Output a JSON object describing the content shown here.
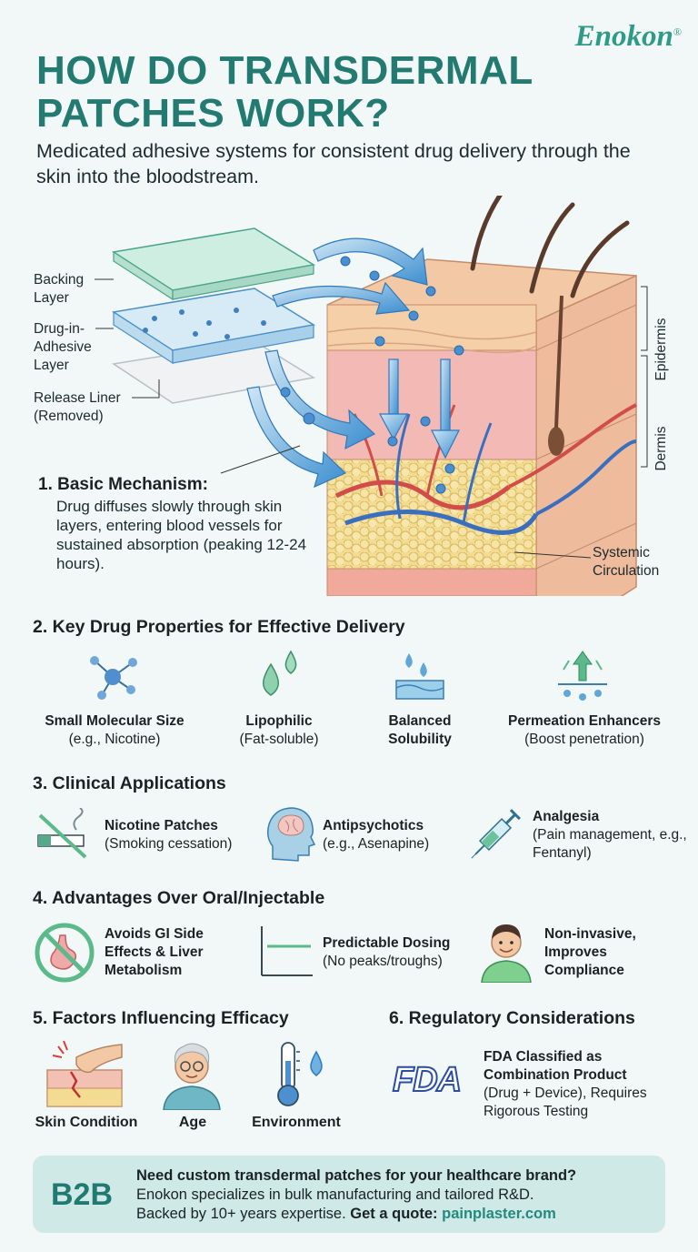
{
  "brand": {
    "name": "Enokon",
    "mark": "®",
    "color": "#2f9a86"
  },
  "header": {
    "title": "HOW DO TRANSDERMAL PATCHES WORK?",
    "subtitle": "Medicated adhesive systems for consistent drug delivery through the skin into the bloodstream."
  },
  "diagram": {
    "labels": {
      "backing": "Backing Layer",
      "drug_adhesive": "Drug-in-Adhesive Layer",
      "release_liner": "Release Liner (Removed)",
      "epidermis": "Epidermis",
      "dermis": "Dermis",
      "systemic": "Systemic Circulation"
    },
    "mechanism": {
      "heading": "1. Basic Mechanism:",
      "text": "Drug diffuses slowly through skin layers, entering blood vessels for sustained absorption (peaking 12-24 hours)."
    }
  },
  "properties": {
    "heading": "2. Key Drug Properties for Effective Delivery",
    "items": [
      {
        "bold": "Small Molecular Size",
        "note": "(e.g., Nicotine)",
        "icon": "molecule-icon"
      },
      {
        "bold": "Lipophilic",
        "note": "(Fat-soluble)",
        "icon": "droplets-icon"
      },
      {
        "bold": "Balanced Solubility",
        "note": "",
        "icon": "solubility-icon"
      },
      {
        "bold": "Permeation Enhancers",
        "note": "(Boost penetration)",
        "icon": "enhancer-icon"
      }
    ]
  },
  "applications": {
    "heading": "3. Clinical Applications",
    "items": [
      {
        "bold": "Nicotine Patches",
        "note": "(Smoking cessation)",
        "icon": "no-smoking-icon"
      },
      {
        "bold": "Antipsychotics",
        "note": "(e.g., Asenapine)",
        "icon": "head-brain-icon"
      },
      {
        "bold": "Analgesia",
        "note": "(Pain management, e.g., Fentanyl)",
        "icon": "syringe-icon"
      }
    ]
  },
  "advantages": {
    "heading": "4. Advantages Over Oral/Injectable",
    "items": [
      {
        "bold": "Avoids GI Side Effects & Liver Metabolism",
        "note": "",
        "icon": "no-stomach-icon"
      },
      {
        "bold": "Predictable Dosing",
        "note": "(No peaks/troughs)",
        "icon": "flat-line-graph-icon"
      },
      {
        "bold": "Non-invasive, Improves Compliance",
        "note": "",
        "icon": "smiling-person-icon"
      }
    ]
  },
  "factors": {
    "heading": "5. Factors Influencing Efficacy",
    "items": [
      {
        "label": "Skin Condition",
        "icon": "damaged-skin-icon"
      },
      {
        "label": "Age",
        "icon": "elderly-person-icon"
      },
      {
        "label": "Environment",
        "icon": "thermometer-icon"
      }
    ]
  },
  "regulatory": {
    "heading": "6. Regulatory Considerations",
    "logo": "FDA",
    "bold": "FDA Classified as Combination Product",
    "note": "(Drug + Device), Requires Rigorous Testing"
  },
  "b2b": {
    "tag": "B2B",
    "line1": "Need custom transdermal patches for your healthcare brand?",
    "line2": "Enokon specializes in bulk manufacturing and tailored R&D.",
    "line3_prefix": "Backed by 10+ years expertise.",
    "line3_cta": "Get a quote:",
    "link": "painplaster.com"
  }
}
